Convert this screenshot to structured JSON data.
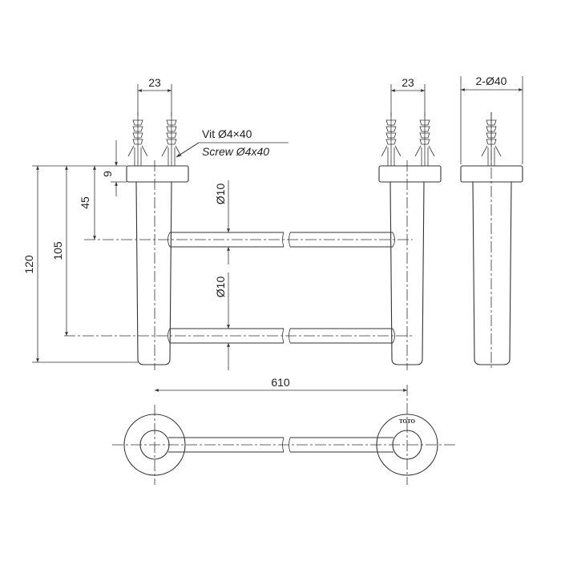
{
  "drawing": {
    "dimensions": {
      "screw_spacing_left": "23",
      "screw_spacing_right": "23",
      "flange_diameter": "2-Ø40",
      "flange_thickness": "9",
      "bar_height_top": "45",
      "bar_height_bottom": "105",
      "total_height": "120",
      "bar_diameter_top": "Ø10",
      "bar_diameter_bottom": "Ø10",
      "length": "610"
    },
    "screw_label_vi": "Vit Ø4×40",
    "screw_label_en": "Screw Ø4x40",
    "logo_text": "TOTO"
  }
}
